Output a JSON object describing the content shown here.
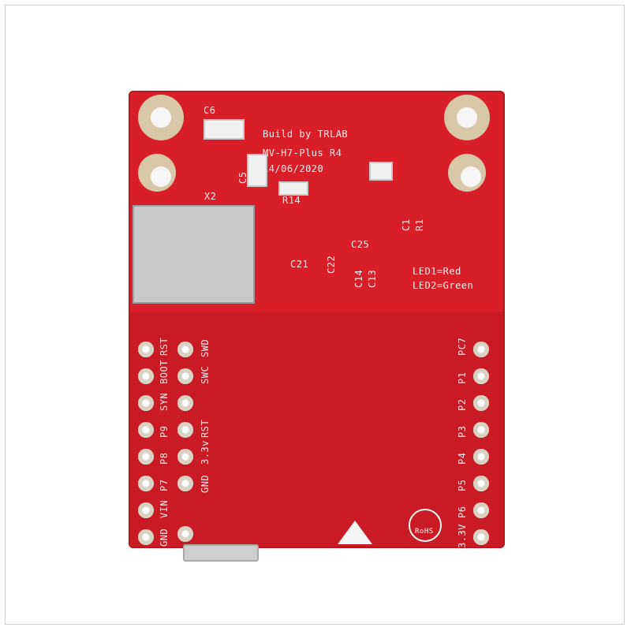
{
  "board": {
    "color": "#d81e28",
    "header_lines": [
      "Build by TRLAB",
      "MV-H7-Plus R4",
      "14/06/2020"
    ],
    "top_labels": [
      "C6",
      "C5",
      "R14",
      "X2"
    ],
    "led_legend": [
      "LED1=Red",
      "LED2=Green"
    ],
    "component_labels": [
      "C25",
      "C21",
      "C22",
      "C14",
      "C13",
      "C1",
      "R1"
    ],
    "left_pins_outer": [
      "RST",
      "BOOT",
      "SYN",
      "P9",
      "P8",
      "P7",
      "VIN",
      "GND"
    ],
    "left_pins_inner": [
      "SWD",
      "SWC",
      "RST",
      "3.3v",
      "GND"
    ],
    "right_pins": [
      "PC7",
      "P1",
      "P2",
      "P3",
      "P4",
      "P5",
      "P6",
      "3.3V"
    ],
    "rohs_label": "RoHS"
  }
}
